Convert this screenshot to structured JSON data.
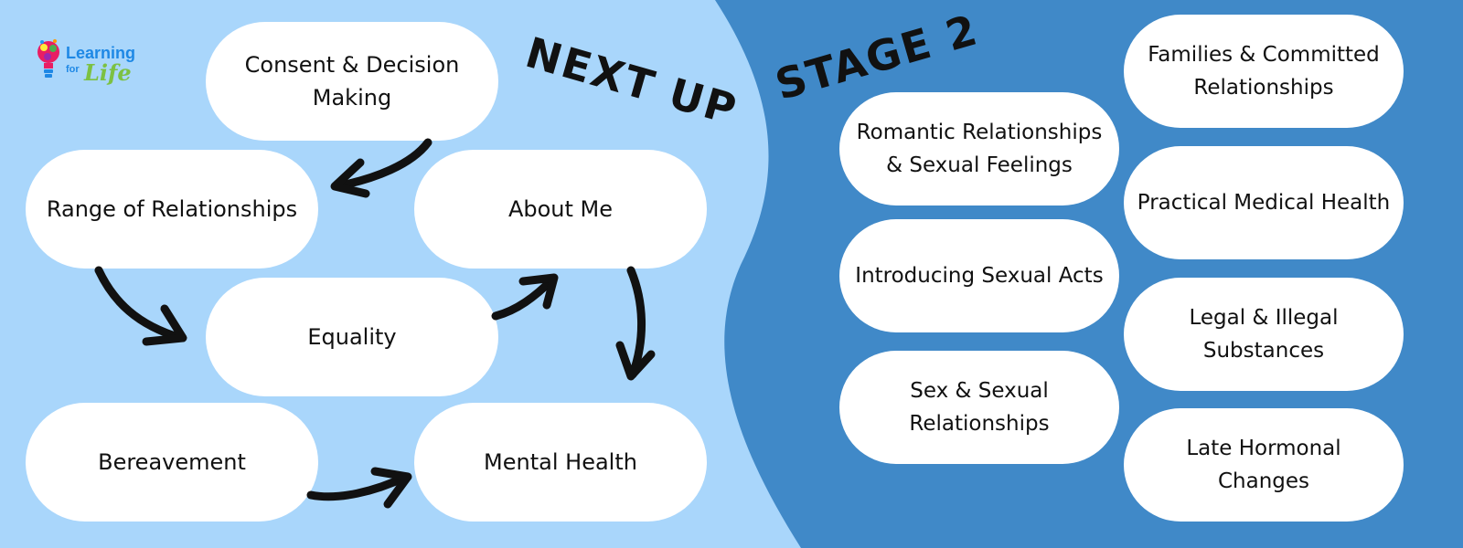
{
  "colors": {
    "left_bg": "#a9d6fb",
    "right_bg": "#4089c8",
    "pill": "#ffffff",
    "text": "#111111",
    "arrow": "#111111"
  },
  "logo": {
    "line1": "Learning",
    "line2": "for",
    "line3": "Life",
    "icon": "lightbulb-icon"
  },
  "next_up": {
    "heading": "NEXT UP",
    "topics": {
      "consent": [
        "Consent & Decision",
        "Making"
      ],
      "range": [
        "Range of Relationships"
      ],
      "about_me": [
        "About Me"
      ],
      "equality": [
        "Equality"
      ],
      "bereavement": [
        "Bereavement"
      ],
      "mental_health": [
        "Mental Health"
      ]
    }
  },
  "stage2": {
    "heading": "STAGE 2",
    "topics": {
      "romantic": [
        "Romantic Relationships",
        "& Sexual Feelings"
      ],
      "introducing": [
        "Introducing Sexual Acts"
      ],
      "sex_sexual": [
        "Sex & Sexual",
        "Relationships"
      ],
      "families": [
        "Families & Committed",
        "Relationships"
      ],
      "medical": [
        "Practical Medical Health"
      ],
      "legal": [
        "Legal & Illegal",
        "Substances"
      ],
      "hormonal": [
        "Late Hormonal",
        "Changes"
      ]
    }
  }
}
